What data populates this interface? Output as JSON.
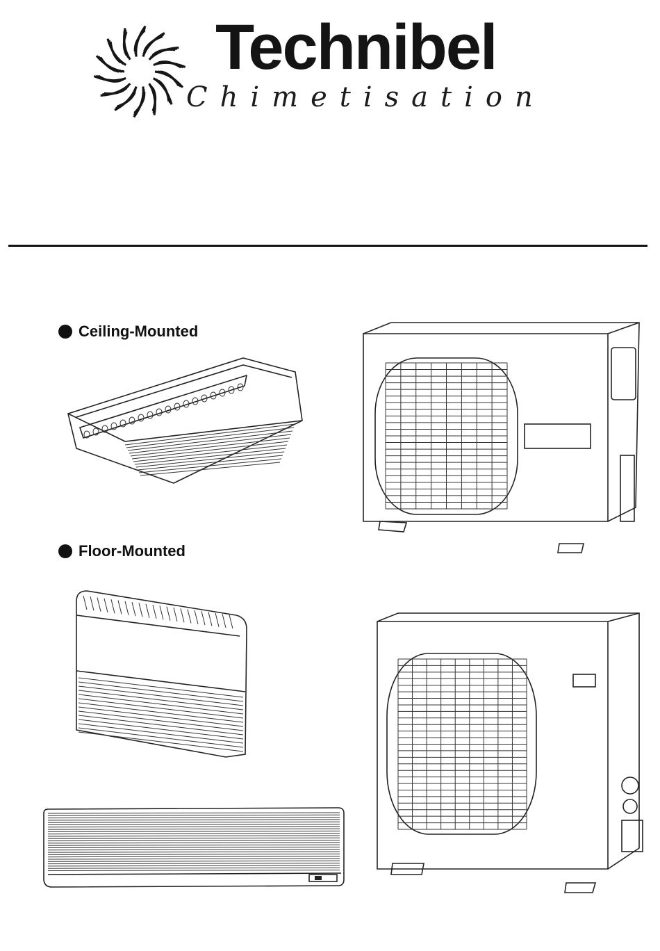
{
  "brand": {
    "name": "Technibel",
    "tagline": "Chimetisation"
  },
  "sections": [
    {
      "label": "Ceiling-Mounted"
    },
    {
      "label": "Floor-Mounted"
    }
  ],
  "icons": {
    "logo": "sun-swirl-logo-icon",
    "bullet": "filled-circle-bullet-icon"
  },
  "colors": {
    "ink": "#111111",
    "background": "#ffffff"
  }
}
